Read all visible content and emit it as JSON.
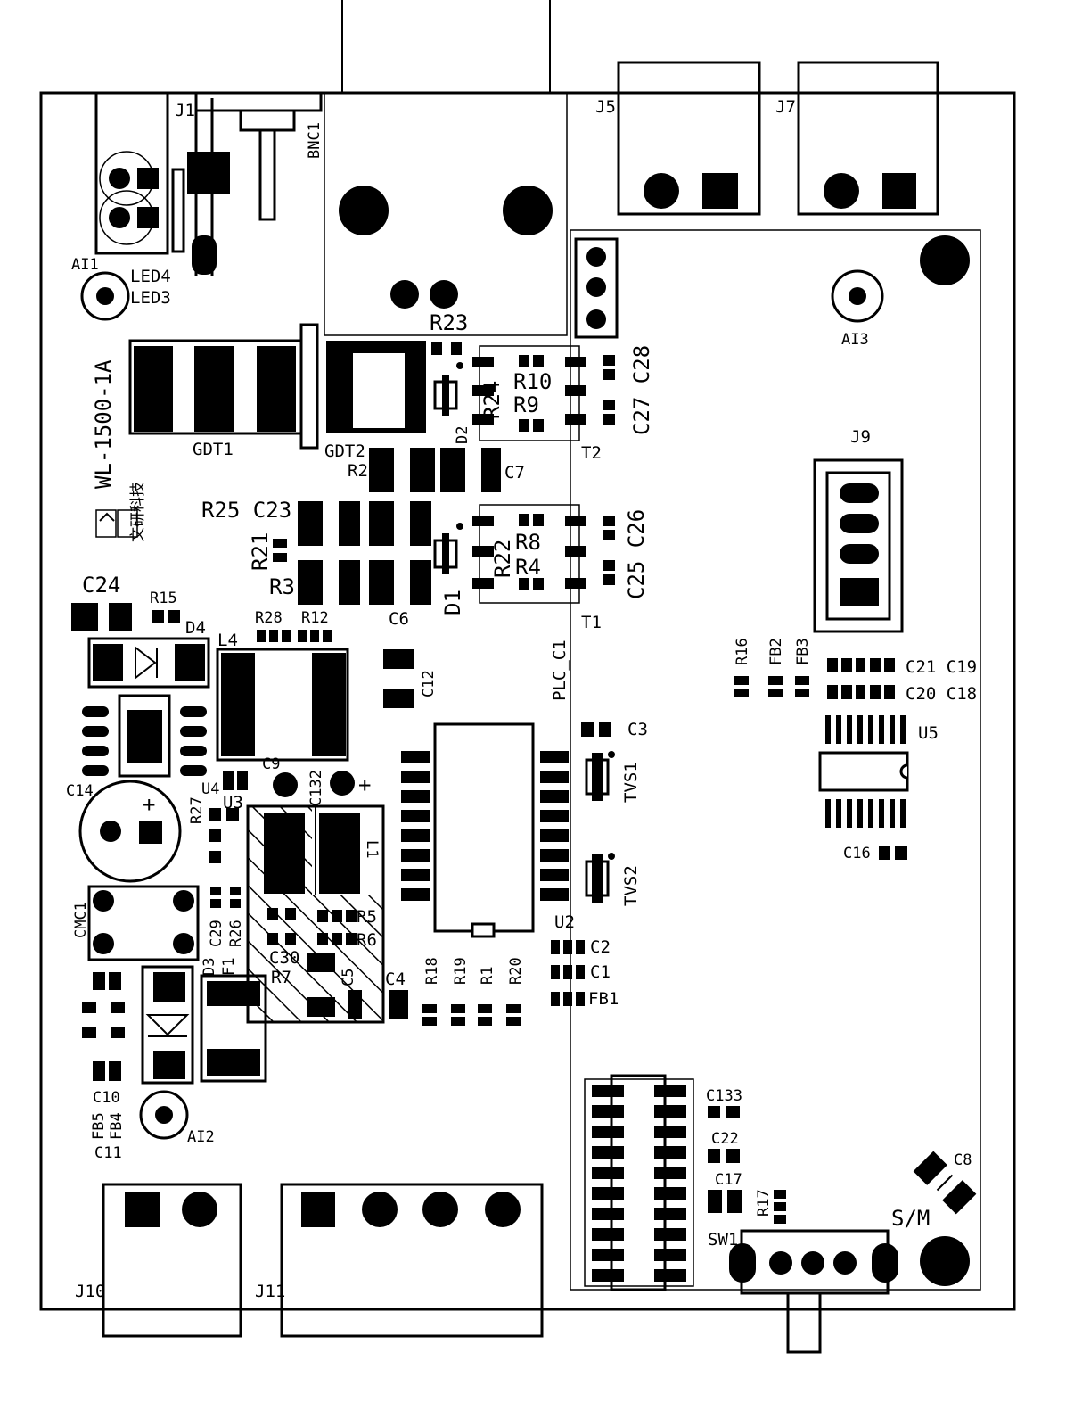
{
  "board": {
    "model": "WL-1500-1A",
    "logo_glyph": "文研科技",
    "colors": {
      "ink": "#000000",
      "paper": "#ffffff"
    }
  },
  "labels": {
    "J1": "J1",
    "BNC1": "BNC1",
    "J5": "J5",
    "J7": "J7",
    "AI1": "AI1",
    "AI2": "AI2",
    "AI3": "AI3",
    "LED4": "LED4",
    "LED3": "LED3",
    "R23": "R23",
    "GDT1": "GDT1",
    "GDT2": "GDT2",
    "R24": "R24",
    "R10": "R10",
    "R9": "R9",
    "D2": "D2",
    "C27C28": "C27 C28",
    "T2": "T2",
    "R2": "R2",
    "C7": "C7",
    "R25C23": "R25 C23",
    "R21": "R21",
    "R3": "R3",
    "R22": "R22",
    "R8": "R8",
    "R4": "R4",
    "D1": "D1",
    "C25C26": "C25 C26",
    "T1": "T1",
    "C6": "C6",
    "C24": "C24",
    "R15": "R15",
    "D4": "D4",
    "R28": "R28",
    "R12": "R12",
    "L4": "L4",
    "C12": "C12",
    "PLC_C1": "PLC_C1",
    "J9": "J9",
    "R16": "R16",
    "FB2": "FB2",
    "FB3": "FB3",
    "C21C19": "C21 C19",
    "C20C18": "C20 C18",
    "U5": "U5",
    "C16": "C16",
    "C3": "C3",
    "TVS1": "TVS1",
    "TVS2": "TVS2",
    "U2": "U2",
    "C2": "C2",
    "C1": "C1",
    "FB1": "FB1",
    "C9": "C9",
    "C132": "C132",
    "C14": "C14",
    "U4": "U4",
    "U3": "U3",
    "R27": "R27",
    "L1": "L1",
    "CMC1": "CMC1",
    "C29": "C29",
    "R26": "R26",
    "R5": "R5",
    "R6": "R6",
    "C30": "C30",
    "D3": "D3",
    "F1": "F1",
    "R7": "R7",
    "C5": "C5",
    "C4": "C4",
    "R18": "R18",
    "R19": "R19",
    "R1": "R1",
    "R20": "R20",
    "C10": "C10",
    "FB5": "FB5",
    "FB4": "FB4",
    "C11": "C11",
    "C133": "C133",
    "C22": "C22",
    "C17": "C17",
    "R17": "R17",
    "C8": "C8",
    "SM": "S/M",
    "SW1": "SW1",
    "J10": "J10",
    "J11": "J11",
    "plus": "+"
  }
}
